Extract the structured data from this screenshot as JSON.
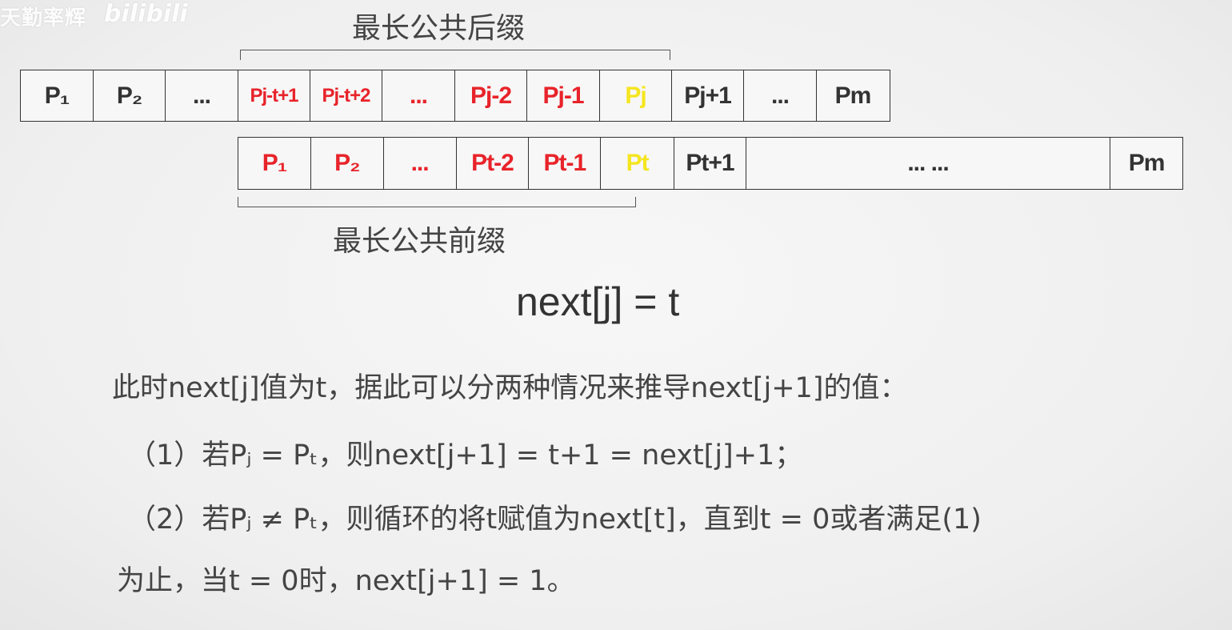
{
  "watermark": {
    "channel": "天勤率辉",
    "site": "bilibili"
  },
  "row1": [
    {
      "text": "P₁",
      "color": "black"
    },
    {
      "text": "P₂",
      "color": "black"
    },
    {
      "text": "...",
      "color": "black"
    },
    {
      "text": "Pj-t+1",
      "color": "red"
    },
    {
      "text": "Pj-t+2",
      "color": "red"
    },
    {
      "text": "...",
      "color": "red"
    },
    {
      "text": "Pj-2",
      "color": "red"
    },
    {
      "text": "Pj-1",
      "color": "red"
    },
    {
      "text": "Pj",
      "color": "yellow"
    },
    {
      "text": "Pj+1",
      "color": "black"
    },
    {
      "text": "...",
      "color": "black"
    },
    {
      "text": "Pm",
      "color": "black"
    }
  ],
  "row2": [
    {
      "text": "P₁",
      "color": "red"
    },
    {
      "text": "P₂",
      "color": "red"
    },
    {
      "text": "...",
      "color": "red"
    },
    {
      "text": "Pt-2",
      "color": "red"
    },
    {
      "text": "Pt-1",
      "color": "red"
    },
    {
      "text": "Pt",
      "color": "yellow"
    },
    {
      "text": "Pt+1",
      "color": "black"
    },
    {
      "text": "... ...",
      "color": "black"
    },
    {
      "text": "Pm",
      "color": "black"
    }
  ],
  "labels": {
    "suffix": "最长公共后缀",
    "prefix": "最长公共前缀"
  },
  "formula": "next[j] = t",
  "text": {
    "line1": "此时next[j]值为t，据此可以分两种情况来推导next[j+1]的值：",
    "line2": "（1）若Pⱼ = Pₜ，则next[j+1] = t+1 = next[j]+1；",
    "line3": "（2）若Pⱼ ≠ Pₜ，则循环的将t赋值为next[t]，直到t = 0或者满足(1)",
    "line4": "为止，当t = 0时，next[j+1] = 1。"
  },
  "colors": {
    "red": "#e8232a",
    "yellow": "#f5e51e",
    "black": "#333333"
  }
}
